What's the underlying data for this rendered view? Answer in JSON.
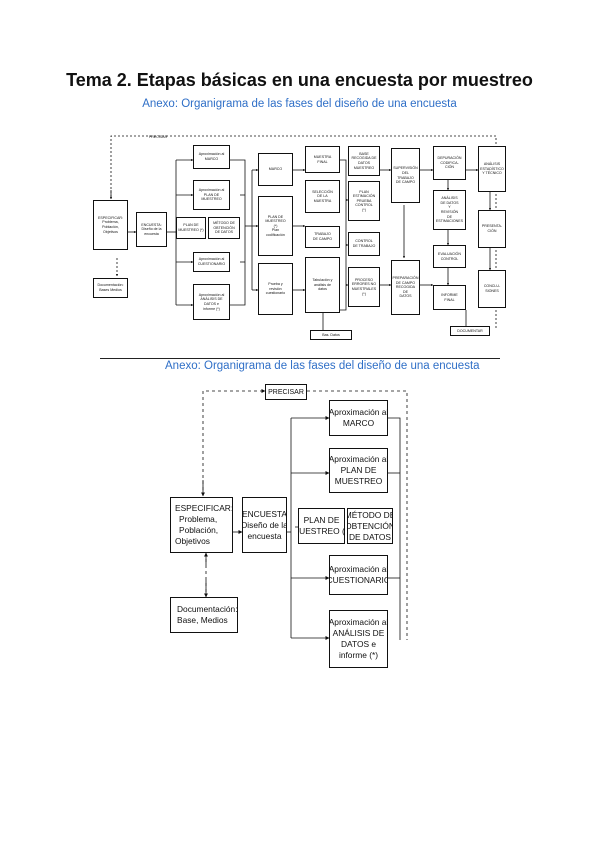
{
  "page": {
    "title": "Tema 2. Etapas básicas en una encuesta por muestreo",
    "subtitle_top": "Anexo: Organigrama de las fases del diseño de una encuesta",
    "subtitle_bottom": "Anexo: Organigrama de las fases del diseño de una encuesta"
  },
  "diagram_small": {
    "precisar": "PRECISAR",
    "especificar": [
      "ESPECIFICAR:",
      "Problema,",
      "Población,",
      "Objetivos"
    ],
    "documentacion": [
      "Documentación:",
      "Bases Medios"
    ],
    "encuesta": [
      "ENCUESTA:",
      "Diseño de la",
      "encuesta"
    ],
    "aprox_marco": [
      "Aproximación al",
      "MARCO"
    ],
    "aprox_plan": [
      "Aproximación al",
      "PLAN DE",
      "MUESTREO"
    ],
    "plan_muestreo": [
      "PLAN DE",
      "MUESTREO (*)"
    ],
    "metodo": [
      "MÉTODO DE",
      "OBTENCIÓN",
      "DE DATOS"
    ],
    "aprox_cuestionario": [
      "Aproximación al",
      "CUESTIONARIO"
    ],
    "aprox_analisis": [
      "Aproximación al",
      "ANÁLISIS DE",
      "DATOS e",
      "informe (*)"
    ],
    "marco": [
      "MARCO"
    ],
    "plan_col3": [
      "PLAN DE",
      "MUESTREO",
      "(*)",
      "",
      "Plan",
      "codificación"
    ],
    "pretest": [
      "Prueba y",
      "revisión",
      "cuestionario"
    ],
    "muestra_final": [
      "MUESTRA",
      "FINAL"
    ],
    "seleccion": [
      "SELECCIÓN",
      "DE LA",
      "MUESTRA"
    ],
    "trabajo_campo": [
      "TRABAJO",
      "DE CAMPO"
    ],
    "tabulacion": [
      "Tabulación y",
      "análisis de",
      "datos"
    ],
    "base_recogida": [
      "BASE",
      "RECOGIDA DE",
      "DATOS",
      "MUESTREO"
    ],
    "plan_estimacion": [
      "PLAN",
      "ESTIMACIÓN",
      "PRUEBA",
      "CONTROL",
      "(*)"
    ],
    "control_trabajo": [
      "CONTROL",
      "DE TRABAJO"
    ],
    "proceso_errores": [
      "PROCESO",
      "ERRORES NO",
      "MUESTRALES",
      "(*)"
    ],
    "supervision": [
      "SUPERVISIÓN",
      "DEL",
      "TRABAJO",
      "DE CAMPO"
    ],
    "preparacion": [
      "PREPARACIÓN",
      "DE CAMPO",
      "",
      "RECOGIDA",
      "DE",
      "DATOS"
    ],
    "depuracion": [
      "DEPURACIÓN",
      "",
      "CODIFICA-",
      "CIÓN"
    ],
    "analisis": [
      "ANÁLISIS",
      "DE DATOS",
      "Y",
      "REVISIÓN",
      "DE",
      "ESTIMACIONES"
    ],
    "evaluacion": [
      "EVALUACIÓN",
      "CONTROL"
    ],
    "informe_final": [
      "INFORME",
      "FINAL"
    ],
    "analisis_estadistico": [
      "ANÁLISIS",
      "ESTADÍSTICO",
      "Y TÉCNICO"
    ],
    "presentacion": [
      "PRESENTA-",
      "CIÓN"
    ],
    "conclusiones": [
      "CONCLU-",
      "SIONES"
    ],
    "documentar": [
      "DOCUMENTAR"
    ],
    "bases_datos": [
      "Bas. Datos"
    ]
  },
  "diagram_large": {
    "precisar": "PRECISAR",
    "especificar": [
      "ESPECIFICAR:",
      "Problema,",
      "Población,",
      "Objetivos"
    ],
    "documentacion": [
      "Documentación:",
      "Base, Medios"
    ],
    "encuesta": [
      "ENCUESTA",
      "Diseño de la",
      "encuesta"
    ],
    "aprox_marco": [
      "Aproximación al",
      "MARCO"
    ],
    "aprox_plan": [
      "Aproximación al",
      "PLAN DE",
      "MUESTREO"
    ],
    "plan_muestreo": [
      "PLAN DE",
      "MUESTREO (*)"
    ],
    "metodo": [
      "MÉTODO DE",
      "OBTENCIÓN",
      "DE DATOS"
    ],
    "aprox_cuestionario": [
      "Aproximación al",
      "CUESTIONARIO"
    ],
    "aprox_analisis": [
      "Aproximación al",
      "ANÁLISIS DE",
      "DATOS e",
      "informe (*)"
    ]
  }
}
